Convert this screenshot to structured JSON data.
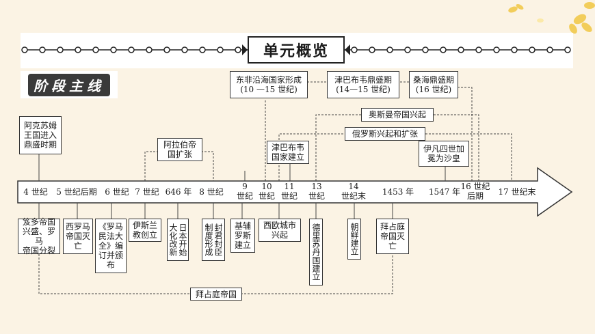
{
  "header": {
    "title": "单元概览"
  },
  "stage": {
    "label": "阶段主线"
  },
  "timeline": {
    "ticks": [
      "4 世纪",
      "5 世纪后期",
      "6 世纪",
      "7 世纪",
      "646 年",
      "8 世纪",
      "9\n世纪",
      "10\n世纪",
      "11\n世纪",
      "13\n世纪",
      "14\n世纪末",
      "1453 年",
      "1547 年",
      "16 世纪\n后期",
      "17 世纪末"
    ]
  },
  "above": {
    "aksum": "阿克苏姆\n王国进入\n鼎盛时期",
    "arab": "阿拉伯帝\n国扩张",
    "east_africa": "东非沿海国家形成\n(10 —15 世纪)",
    "zimbabwe_peak": "津巴布韦鼎盛期\n(14—15 世纪)",
    "sanghai": "桑海鼎盛期\n(16 世纪)",
    "ottoman": "奥斯曼帝国兴起",
    "russia": "俄罗斯兴起和扩张",
    "zimbabwe_found": "津巴布韦\n国家建立",
    "ivan": "伊凡四世加\n冕为沙皇"
  },
  "below": {
    "gupta": "笈多帝国\n兴盛、罗马\n帝国分裂",
    "west_rome": "西罗马\n帝国灭\n亡",
    "justinian": "《罗马\n民法大\n全》编\n订并颁\n布",
    "islam": "伊斯兰\n教创立",
    "taika": "日本开始大化改新",
    "feudal": "封君封臣制度形成",
    "kiev": "基辅\n罗斯\n建立",
    "cities": "西欧城市\n兴起",
    "delhi": "德里苏丹国建立",
    "joseon": "朝鲜建立",
    "byz_fall": "拜占庭\n帝国灭\n亡",
    "byzantine": "拜占庭帝国"
  },
  "colors": {
    "background": "#fbf3e4",
    "arrow": "#333333",
    "dashed": "#444444"
  }
}
